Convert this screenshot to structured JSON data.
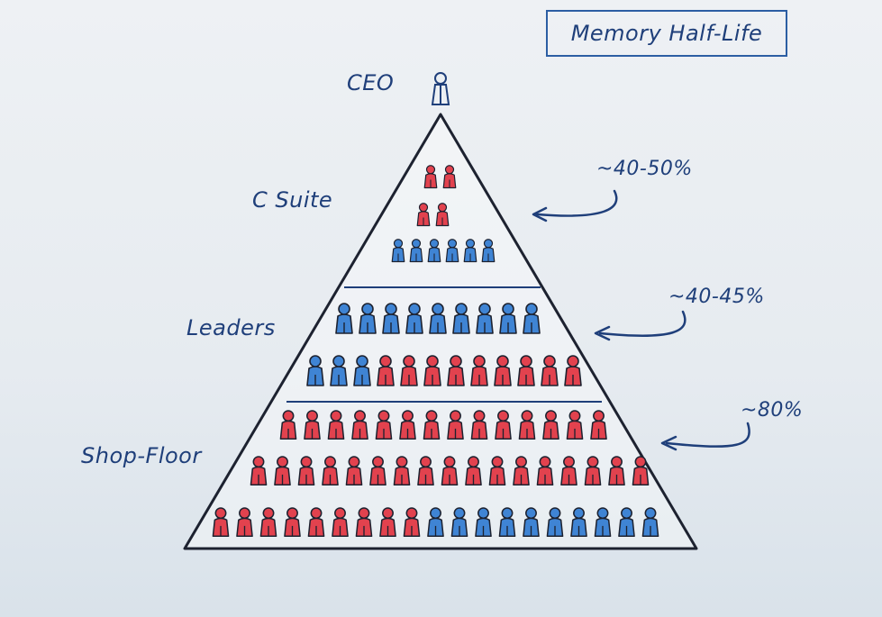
{
  "title": "Memory Half-Life",
  "levels": {
    "ceo": "CEO",
    "c_suite": "C Suite",
    "leaders": "Leaders",
    "shop_floor": "Shop-Floor"
  },
  "percentages": {
    "c_suite": "~40-50%",
    "leaders": "~40-45%",
    "shop_floor": "~80%"
  },
  "colors": {
    "red": "#e2424e",
    "blue": "#3f84d4",
    "ink": "#1f3f7a",
    "outline": "#1d2230"
  },
  "rows": [
    {
      "section": "c_suite",
      "people": [
        "red",
        "red"
      ]
    },
    {
      "section": "c_suite",
      "people": [
        "red",
        "red"
      ]
    },
    {
      "section": "c_suite",
      "people": [
        "blue",
        "blue",
        "blue",
        "blue",
        "blue",
        "blue"
      ]
    },
    {
      "section": "leaders",
      "people": [
        "blue",
        "blue",
        "blue",
        "blue",
        "blue",
        "blue",
        "blue",
        "blue",
        "blue"
      ]
    },
    {
      "section": "leaders",
      "people": [
        "blue",
        "blue",
        "blue",
        "red",
        "red",
        "red",
        "red",
        "red",
        "red",
        "red",
        "red",
        "red"
      ]
    },
    {
      "section": "shop_floor",
      "people": [
        "red",
        "red",
        "red",
        "red",
        "red",
        "red",
        "red",
        "red",
        "red",
        "red",
        "red",
        "red",
        "red",
        "red"
      ]
    },
    {
      "section": "shop_floor",
      "people": [
        "red",
        "red",
        "red",
        "red",
        "red",
        "red",
        "red",
        "red",
        "red",
        "red",
        "red",
        "red",
        "red",
        "red",
        "red",
        "red",
        "red"
      ]
    },
    {
      "section": "shop_floor",
      "people": [
        "red",
        "red",
        "red",
        "red",
        "red",
        "red",
        "red",
        "red",
        "red",
        "blue",
        "blue",
        "blue",
        "blue",
        "blue",
        "blue",
        "blue",
        "blue",
        "blue",
        "blue"
      ]
    }
  ]
}
